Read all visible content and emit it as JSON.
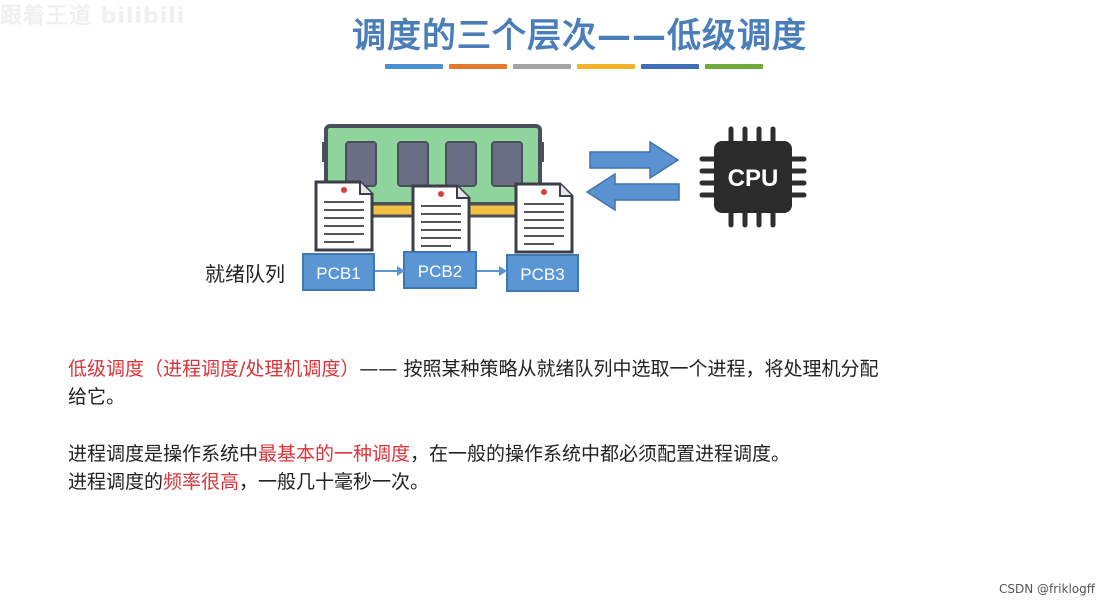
{
  "watermark": "跟着王道 bilibili",
  "title": "调度的三个层次——低级调度",
  "color_bars": [
    "#4a8fd0",
    "#e07b2a",
    "#a3a3a3",
    "#f0b429",
    "#3e6fb5",
    "#6eaa3c"
  ],
  "diagram": {
    "ready_queue_label": "就绪队列",
    "pcbs": [
      "PCB1",
      "PCB2",
      "PCB3"
    ],
    "cpu_label": "CPU"
  },
  "paragraph1": {
    "red_part": "低级调度（进程调度/处理机调度）",
    "rest": "—— 按照某种策略从就绪队列中选取一个进程，将处理机分配",
    "line2": "给它。"
  },
  "paragraph2": {
    "line1_a": "进程调度是操作系统中",
    "line1_red": "最基本的一种调度",
    "line1_b": "，在一般的操作系统中都必须配置进程调度。",
    "line2_a": "进程调度的",
    "line2_red": "频率很高",
    "line2_b": "，一般几十毫秒一次。"
  },
  "footer": "CSDN @friklogff"
}
